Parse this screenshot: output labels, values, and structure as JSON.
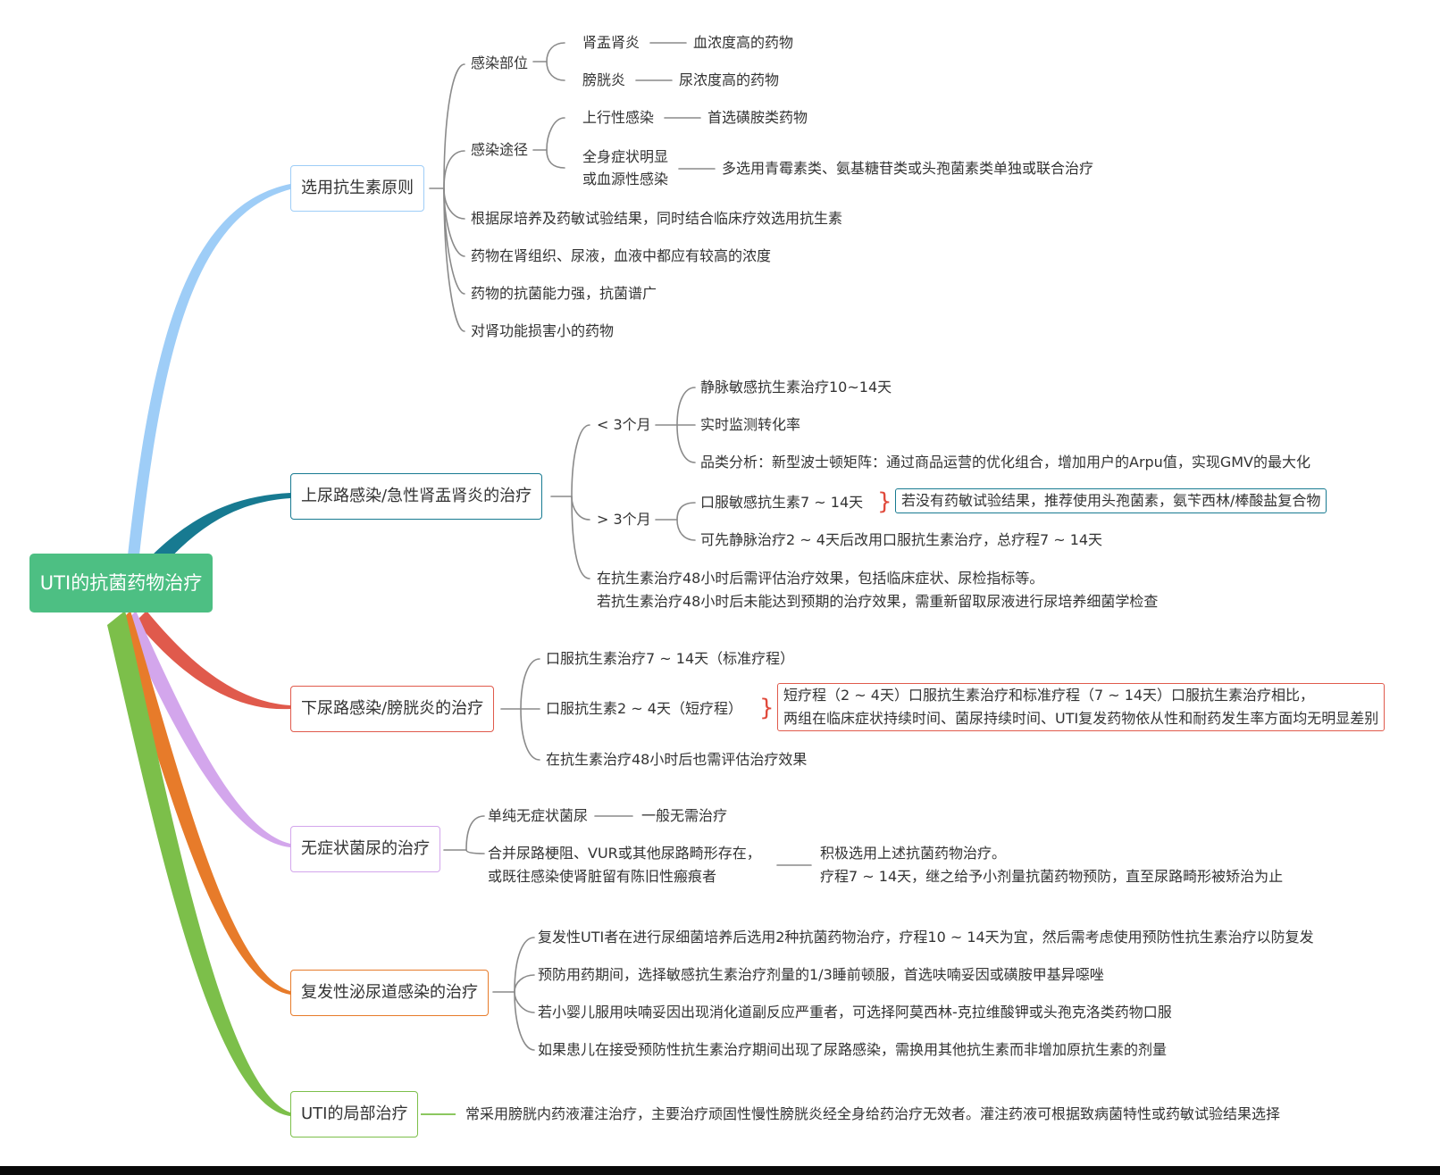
{
  "root": {
    "label": "UTI的抗菌药物治疗",
    "color": "#4dbf83"
  },
  "branches": {
    "b1": {
      "label": "选用抗生素原则",
      "color": "#9ecdf7",
      "site": {
        "label": "感染部位",
        "pyelo": "肾盂肾炎",
        "pyelo_drug": "血浓度高的药物",
        "cystitis": "膀胱炎",
        "cystitis_drug": "尿浓度高的药物"
      },
      "route": {
        "label": "感染途径",
        "ascend": "上行性感染",
        "ascend_drug": "首选磺胺类药物",
        "systemic_1": "全身症状明显",
        "systemic_2": "或血源性感染",
        "systemic_drug": "多选用青霉素类、氨基糖苷类或头孢菌素类单独或联合治疗"
      },
      "items": [
        "根据尿培养及药敏试验结果，同时结合临床疗效选用抗生素",
        "药物在肾组织、尿液，血液中都应有较高的浓度",
        "药物的抗菌能力强，抗菌谱广",
        "对肾功能损害小的药物"
      ]
    },
    "b2": {
      "label": "上尿路感染/急性肾盂肾炎的治疗",
      "color": "#177a91",
      "lt3": {
        "label": "< 3个月",
        "items": [
          "静脉敏感抗生素治疗10~14天",
          "实时监测转化率",
          "品类分析：新型波士顿矩阵：通过商品运营的优化组合，增加用户的Arpu值，实现GMV的最大化"
        ]
      },
      "gt3": {
        "label": "> 3个月",
        "oral": "口服敏感抗生素7 ~ 14天",
        "note": "若没有药敏试验结果，推荐使用头孢菌素，氨苄西林/棒酸盐复合物",
        "iv": "可先静脉治疗2 ~ 4天后改用口服抗生素治疗，总疗程7 ~ 14天"
      },
      "eval_1": "在抗生素治疗48小时后需评估治疗效果，包括临床症状、尿检指标等。",
      "eval_2": "若抗生素治疗48小时后未能达到预期的治疗效果，需重新留取尿液进行尿培养细菌学检查"
    },
    "b3": {
      "label": "下尿路感染/膀胱炎的治疗",
      "color": "#e05a4c",
      "standard": "口服抗生素治疗7 ~ 14天（标准疗程）",
      "short": "口服抗生素2 ~ 4天（短疗程）",
      "note_1": "短疗程（2 ~ 4天）口服抗生素治疗和标准疗程（7 ~ 14天）口服抗生素治疗相比，",
      "note_2": "两组在临床症状持续时间、菌尿持续时间、UTI复发药物依从性和耐药发生率方面均无明显差别",
      "eval": "在抗生素治疗48小时后也需评估治疗效果"
    },
    "b4": {
      "label": "无症状菌尿的治疗",
      "color": "#d3a6ec",
      "simple": "单纯无症状菌尿",
      "simple_tx": "一般无需治疗",
      "complex_1": "合并尿路梗阻、VUR或其他尿路畸形存在，",
      "complex_2": "或既往感染使肾脏留有陈旧性瘢痕者",
      "complex_tx_1": "积极选用上述抗菌药物治疗。",
      "complex_tx_2": "疗程7 ~ 14天，继之给予小剂量抗菌药物预防，直至尿路畸形被矫治为止"
    },
    "b5": {
      "label": "复发性泌尿道感染的治疗",
      "color": "#e77b2a",
      "items": [
        "复发性UTI者在进行尿细菌培养后选用2种抗菌药物治疗，疗程10 ~ 14天为宜，然后需考虑使用预防性抗生素治疗以防复发",
        "预防用药期间，选择敏感抗生素治疗剂量的1/3睡前顿服，首选呋喃妥因或磺胺甲基异噁唑",
        "若小婴儿服用呋喃妥因出现消化道副反应严重者，可选择阿莫西林-克拉维酸钾或头孢克洛类药物口服",
        "如果患儿在接受预防性抗生素治疗期间出现了尿路感染，需换用其他抗生素而非增加原抗生素的剂量"
      ]
    },
    "b6": {
      "label": "UTI的局部治疗",
      "color": "#7cbf4a",
      "item": "常采用膀胱内药液灌注治疗，主要治疗顽固性慢性膀胱炎经全身给药治疗无效者。灌注药液可根据致病菌特性或药敏试验结果选择"
    }
  },
  "colors": {
    "connector": "#8a8a8a",
    "text": "#333333",
    "brace": "#e04a3c"
  }
}
